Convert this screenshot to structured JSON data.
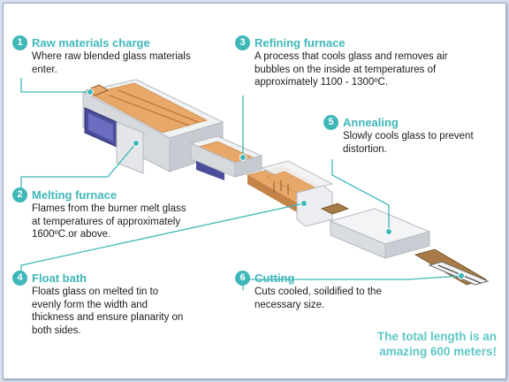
{
  "colors": {
    "accent": "#3fb7b9",
    "total_text": "#5ec8c6",
    "casing": "#e6e8ec",
    "glass": "#e8a869",
    "tin": "#4a4d9b"
  },
  "steps": [
    {
      "number": "1",
      "title": "Raw materials charge",
      "desc": [
        "Where raw blended glass materials",
        "enter."
      ]
    },
    {
      "number": "2",
      "title": "Melting furnace",
      "desc": [
        "Flames from the burner melt glass",
        "at temperatures of approximately",
        "1600ºC.or above."
      ]
    },
    {
      "number": "3",
      "title": "Refining furnace",
      "desc": [
        "A process that cools glass and removes air",
        "bubbles on the inside at temperatures of",
        "approximately 1100 - 1300ºC."
      ]
    },
    {
      "number": "4",
      "title": "Float bath",
      "desc": [
        "Floats glass on melted tin to",
        "evenly form the width and",
        "thickness and ensure planarity on",
        "both sides."
      ]
    },
    {
      "number": "5",
      "title": "Annealing",
      "desc": [
        "Slowly cools glass to prevent",
        "distortion."
      ]
    },
    {
      "number": "6",
      "title": "Cutting",
      "desc": [
        "Cuts cooled, soildified to the",
        "necessary size."
      ]
    }
  ],
  "total": {
    "line1": "The total length is an",
    "line2": "amazing 600 meters!"
  }
}
